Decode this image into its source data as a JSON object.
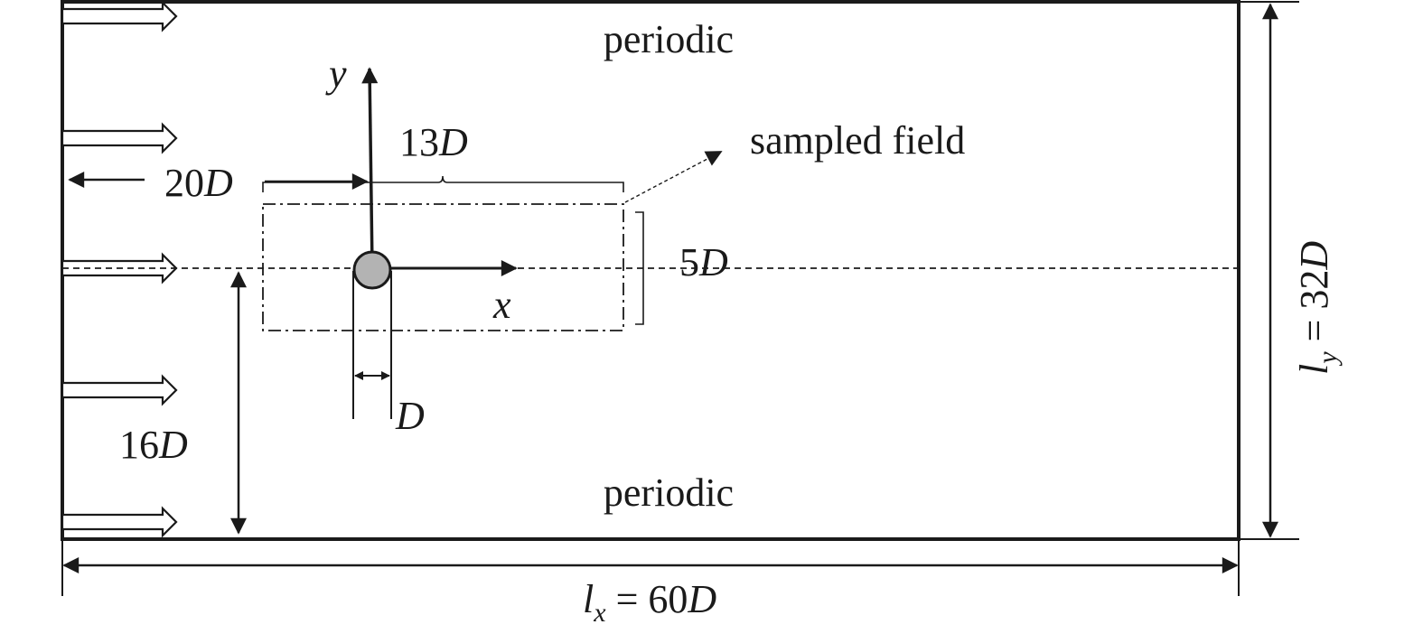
{
  "labels": {
    "periodic_top": "periodic",
    "periodic_bottom": "periodic",
    "sampled_field": "sampled field",
    "axis_y": "y",
    "axis_x": "x",
    "dim_upstream_num": "20",
    "dim_field_length_num": "13",
    "dim_field_height_num": "5",
    "dim_half_height_num": "16",
    "unit_D": "D",
    "lx_symbol": "l",
    "lx_subscript": "x",
    "lx_value": " = 60",
    "ly_symbol": "l",
    "ly_subscript": "y",
    "ly_value": " = 32"
  },
  "colors": {
    "stroke": "#1a1a1a",
    "cylinder_fill": "#b3b3b3",
    "background": "#ffffff"
  }
}
